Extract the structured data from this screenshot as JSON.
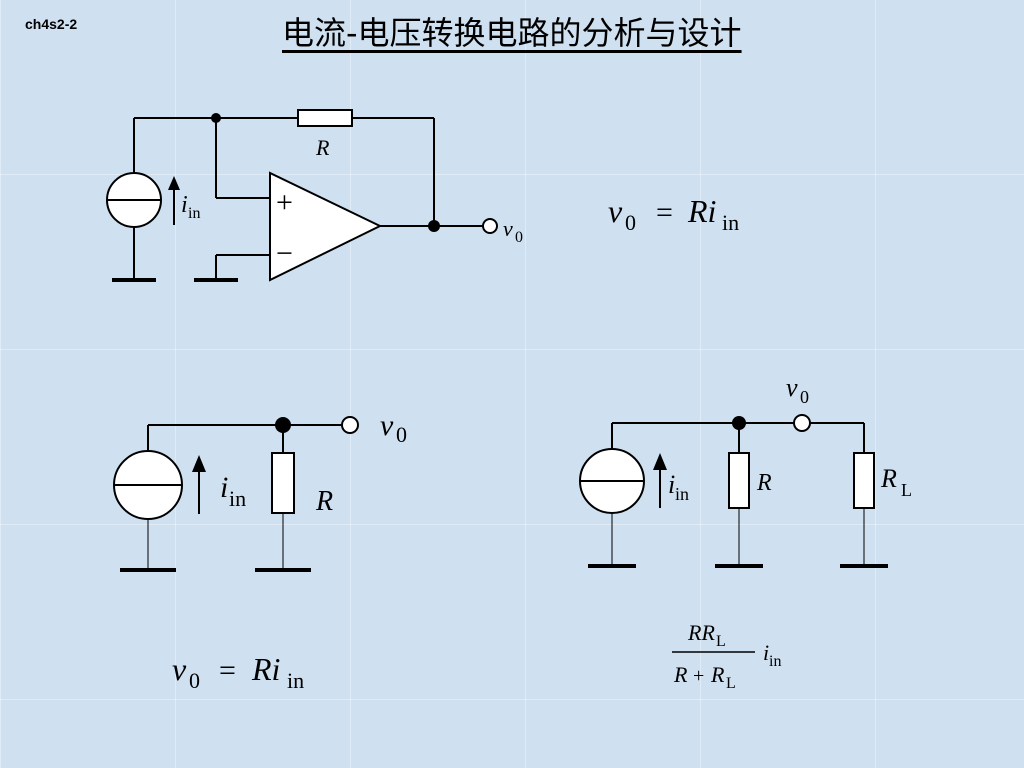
{
  "slide": {
    "id": "ch4s2-2",
    "title": "电流-电压转换电路的分析与设计"
  },
  "circuit1": {
    "resistor": "R",
    "input_var": "i",
    "input_sub": "in",
    "output_var": "v",
    "output_sub": "0",
    "plus": "+",
    "minus": "−"
  },
  "equation1": {
    "lhs_var": "v",
    "lhs_sub": "0",
    "op": "=",
    "rhs_var": "Ri",
    "rhs_sub": "in"
  },
  "circuit2": {
    "resistor": "R",
    "input_var": "i",
    "input_sub": "in",
    "output_var": "v",
    "output_sub": "0"
  },
  "equation2": {
    "lhs_var": "v",
    "lhs_sub": "0",
    "op": "=",
    "rhs_var": "Ri",
    "rhs_sub": "in"
  },
  "circuit3": {
    "resistor": "R",
    "load_var": "R",
    "load_sub": "L",
    "input_var": "i",
    "input_sub": "in",
    "output_var": "v",
    "output_sub": "0"
  },
  "equation3": {
    "num_var": "RR",
    "num_sub": "L",
    "den_var1": "R",
    "den_op": "+",
    "den_var2": "R",
    "den_sub": "L",
    "mult_var": "i",
    "mult_sub": "in"
  }
}
